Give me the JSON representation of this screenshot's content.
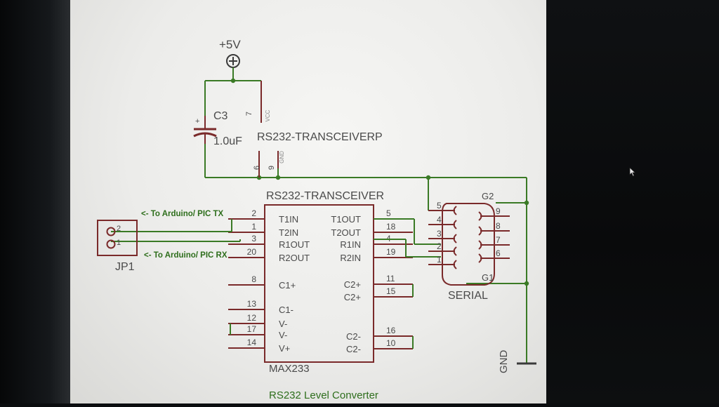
{
  "colors": {
    "net": "#3a7a25",
    "part": "#7a2a2a",
    "text": "#4a4a4a",
    "label_green": "#2e6e1c",
    "sheet": "#ececea"
  },
  "icons": [
    "power-symbol-icon",
    "ground-symbol-icon",
    "mouse-cursor-icon"
  ],
  "power": {
    "label": "+5V",
    "gnd_label": "GND"
  },
  "capacitor": {
    "name": "C3",
    "value": "1.0uF",
    "plus": "+"
  },
  "transceiver_power": {
    "name": "RS232-TRANSCEIVERP",
    "pin_vcc_num": "7",
    "pin_vcc_name": "VCC",
    "pin_gnd1_num": "6",
    "pin_gnd2_num": "9",
    "pin_gnd_name": "GND"
  },
  "transceiver": {
    "name": "RS232-TRANSCEIVER",
    "value": "MAX233",
    "left_pins": [
      {
        "num": "2",
        "name": "T1IN"
      },
      {
        "num": "1",
        "name": "T2IN"
      },
      {
        "num": "3",
        "name": "R1OUT"
      },
      {
        "num": "20",
        "name": "R2OUT"
      },
      {
        "num": "8",
        "name": "C1+"
      },
      {
        "num": "13",
        "name": "C1-"
      },
      {
        "num": "12",
        "name": "V-"
      },
      {
        "num": "17",
        "name": "V-"
      },
      {
        "num": "14",
        "name": "V+"
      }
    ],
    "right_pins": [
      {
        "num": "5",
        "name": "T1OUT"
      },
      {
        "num": "18",
        "name": "T2OUT"
      },
      {
        "num": "4",
        "name": "R1IN"
      },
      {
        "num": "19",
        "name": "R2IN"
      },
      {
        "num": "11",
        "name": "C2+"
      },
      {
        "num": "15",
        "name": "C2+"
      },
      {
        "num": "16",
        "name": "C2-"
      },
      {
        "num": "10",
        "name": "C2-"
      }
    ]
  },
  "jumper": {
    "name": "JP1",
    "pin2": "2",
    "pin1": "1"
  },
  "labels": {
    "to_tx": "<- To Arduino/ PIC TX",
    "to_rx": "<- To Arduino/ PIC RX",
    "title": "RS232 Level Converter"
  },
  "serial": {
    "name": "SERIAL",
    "left_pins": [
      "5",
      "4",
      "3",
      "2",
      "1"
    ],
    "right_pins": [
      "9",
      "8",
      "7",
      "6"
    ],
    "g2": "G2",
    "g1": "G1"
  }
}
